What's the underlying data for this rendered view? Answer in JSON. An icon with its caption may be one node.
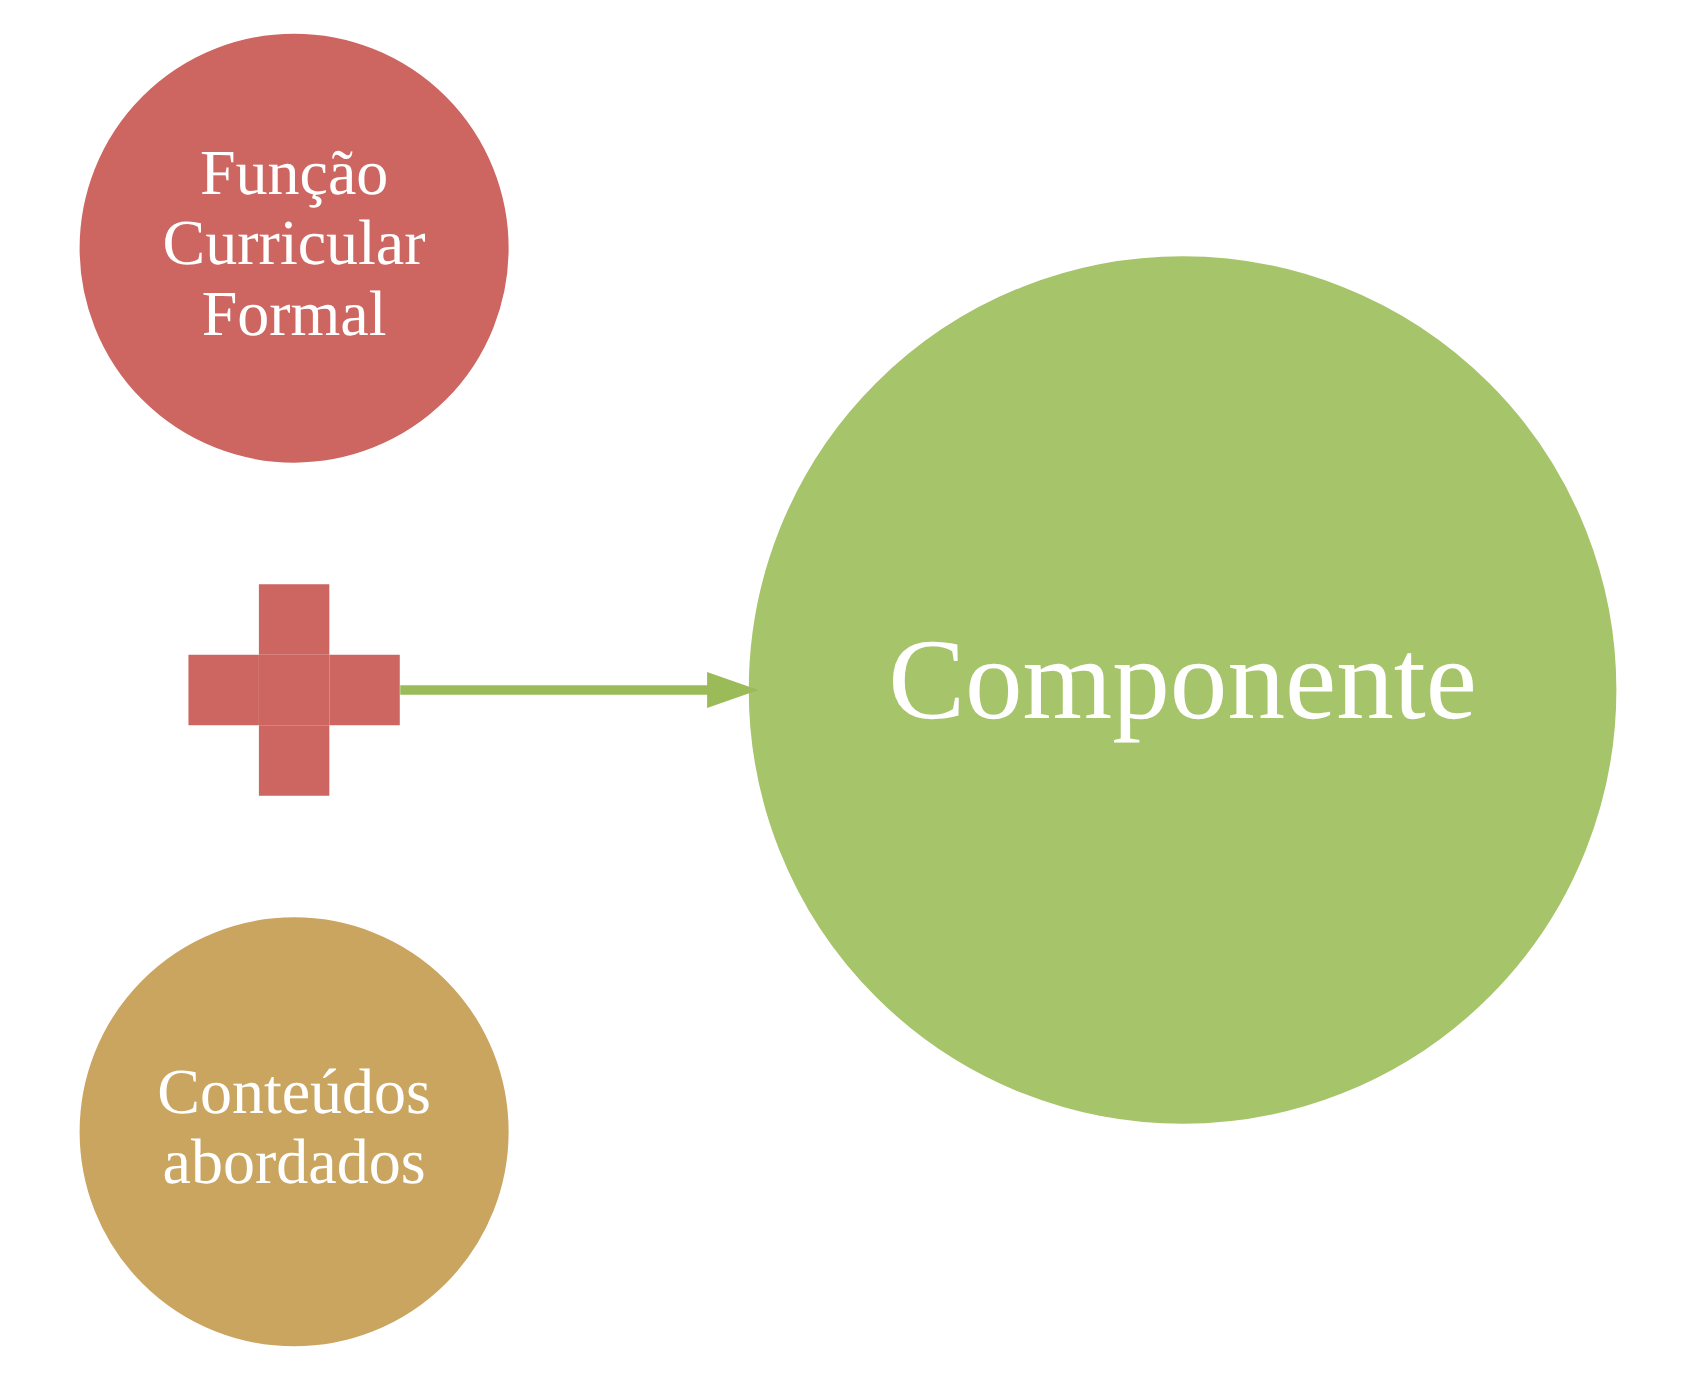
{
  "diagram": {
    "nodes": [
      {
        "text": [
          "Função Curricular Formal"
        ]
      },
      {
        "text": [],
        "shape": "plus"
      },
      {
        "text": [
          "Conteúdos abordados"
        ]
      },
      {
        "text": [
          "Componente"
        ]
      }
    ],
    "edges": [
      {
        "from": 1,
        "to": 3,
        "arrow": "to",
        "color": "#9bbb59"
      }
    ]
  }
}
